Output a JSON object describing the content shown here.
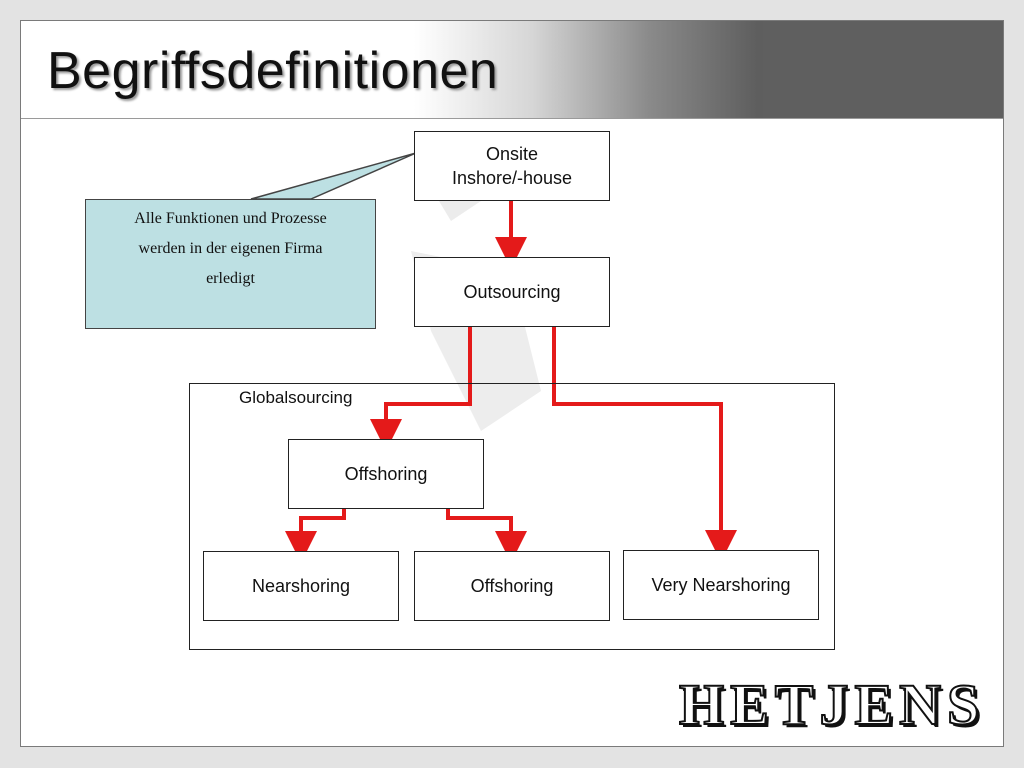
{
  "slide": {
    "title": "Begriffsdefinitionen"
  },
  "diagram": {
    "nodes": {
      "onsite": {
        "line1": "Onsite",
        "line2": "Inshore/-house"
      },
      "outsourcing": {
        "label": "Outsourcing"
      },
      "offshoring_group": {
        "label": "Offshoring"
      },
      "nearshoring": {
        "label": "Nearshoring"
      },
      "offshoring": {
        "label": "Offshoring"
      },
      "very_nearshoring": {
        "label": "Very Nearshoring"
      }
    },
    "group_label": "Globalsourcing",
    "callout": {
      "lines": [
        "Alle Funktionen und Prozesse",
        "werden in der eigenen Firma",
        "erledigt"
      ]
    },
    "arrow_color": "#e41a1a",
    "callout_fill": "#bde0e3"
  },
  "logo": {
    "text": "HETJENS"
  }
}
